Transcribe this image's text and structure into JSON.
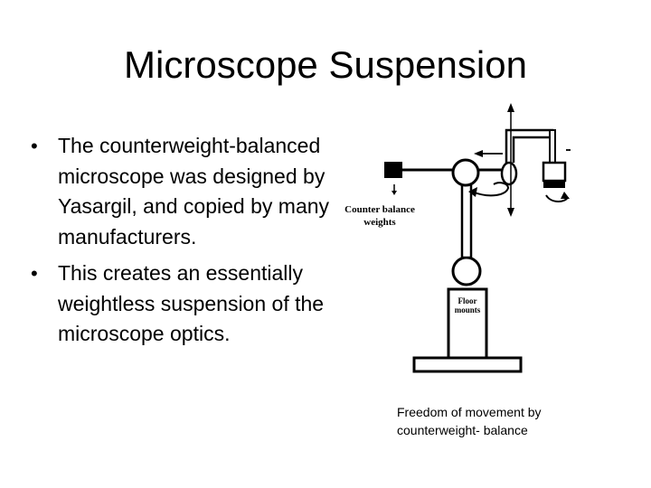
{
  "slide": {
    "title": "Microscope Suspension",
    "bullets": [
      "The counterweight-balanced microscope was designed by Yasargil, and copied by many manufacturers.",
      "This creates an essentially weightless suspension of the microscope optics."
    ],
    "bullet_marker": "•",
    "figure": {
      "label_counter_1": "Counter balance",
      "label_counter_2": "weights",
      "label_floor_1": "Floor",
      "label_floor_2": "mounts"
    },
    "caption": {
      "line1": "Freedom of movement by",
      "line2": "counterweight- balance"
    }
  }
}
